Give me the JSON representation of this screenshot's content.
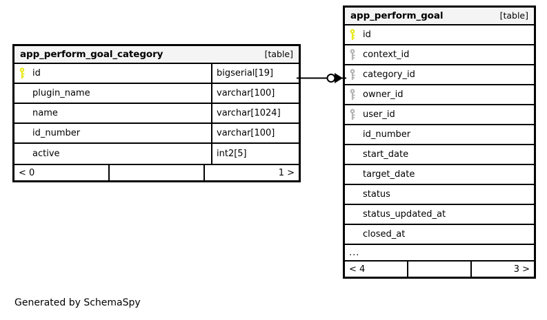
{
  "diagram": {
    "caption": "Generated by SchemaSpy",
    "kind_label": "[table]"
  },
  "tables": [
    {
      "name": "app_perform_goal_category",
      "kind": "[table]",
      "has_type_column": true,
      "columns": [
        {
          "name": "id",
          "type": "bigserial[19]",
          "key": "primary"
        },
        {
          "name": "plugin_name",
          "type": "varchar[100]",
          "key": "none"
        },
        {
          "name": "name",
          "type": "varchar[1024]",
          "key": "none"
        },
        {
          "name": "id_number",
          "type": "varchar[100]",
          "key": "none"
        },
        {
          "name": "active",
          "type": "int2[5]",
          "key": "none"
        }
      ],
      "truncated": false,
      "footer": {
        "left": "< 0",
        "middle": "",
        "right": "1 >"
      }
    },
    {
      "name": "app_perform_goal",
      "kind": "[table]",
      "has_type_column": false,
      "columns": [
        {
          "name": "id",
          "type": "",
          "key": "primary"
        },
        {
          "name": "context_id",
          "type": "",
          "key": "foreign"
        },
        {
          "name": "category_id",
          "type": "",
          "key": "foreign"
        },
        {
          "name": "owner_id",
          "type": "",
          "key": "foreign"
        },
        {
          "name": "user_id",
          "type": "",
          "key": "foreign"
        },
        {
          "name": "id_number",
          "type": "",
          "key": "none"
        },
        {
          "name": "start_date",
          "type": "",
          "key": "none"
        },
        {
          "name": "target_date",
          "type": "",
          "key": "none"
        },
        {
          "name": "status",
          "type": "",
          "key": "none"
        },
        {
          "name": "status_updated_at",
          "type": "",
          "key": "none"
        },
        {
          "name": "closed_at",
          "type": "",
          "key": "none"
        }
      ],
      "truncated": true,
      "truncated_label": "...",
      "footer": {
        "left": "< 4",
        "middle": "",
        "right": "3 >"
      }
    }
  ],
  "relationship": {
    "from_table": "app_perform_goal_category",
    "to_table": "app_perform_goal",
    "from_column": "id",
    "to_column": "category_id",
    "cardinality": "zero-or-many",
    "notation": "crow-foot"
  },
  "colors": {
    "primary_key": "#e8e81c",
    "foreign_key": "#b3b3b3",
    "border": "#000000",
    "header_background": "#f4f4f4",
    "page_background": "#ffffff"
  }
}
